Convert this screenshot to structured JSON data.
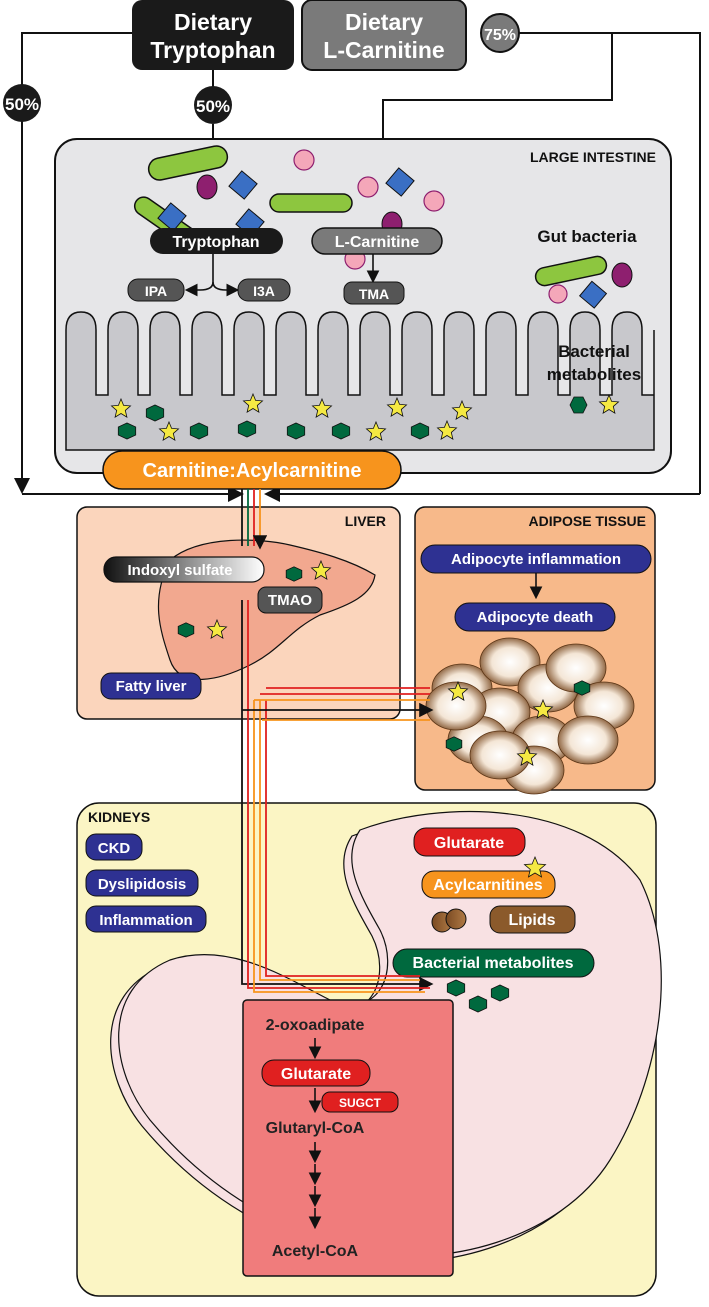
{
  "sources": {
    "tryptophan_line1": "Dietary",
    "tryptophan_line2": "Tryptophan",
    "carnitine_line1": "Dietary",
    "carnitine_line2": "L-Carnitine",
    "pct_left": "50%",
    "pct_center": "50%",
    "pct_right": "75%"
  },
  "large_intestine": {
    "title": "LARGE INTESTINE",
    "tryptophan": "Tryptophan",
    "l_carnitine": "L-Carnitine",
    "ipa": "IPA",
    "i3a": "I3A",
    "tma": "TMA",
    "legend_gut_bacteria": "Gut bacteria",
    "legend_metabolites_line1": "Bacterial",
    "legend_metabolites_line2": "metabolites"
  },
  "transport": {
    "carnitine_acylcarnitine": "Carnitine:Acylcarnitine"
  },
  "liver": {
    "title": "LIVER",
    "indoxyl_sulfate": "Indoxyl sulfate",
    "tmao": "TMAO",
    "fatty_liver": "Fatty liver"
  },
  "adipose": {
    "title": "ADIPOSE TISSUE",
    "inflammation": "Adipocyte inflammation",
    "death": "Adipocyte death"
  },
  "kidneys": {
    "title": "KIDNEYS",
    "conditions": [
      "CKD",
      "Dyslipidosis",
      "Inflammation"
    ],
    "glutarate": "Glutarate",
    "acylcarnitines": "Acylcarnitines",
    "lipids": "Lipids",
    "bacterial_metabolites": "Bacterial metabolites",
    "pathway_start": "2-oxoadipate",
    "pathway_glutarate": "Glutarate",
    "enzyme": "SUGCT",
    "glutaryl_coa": "Glutaryl-CoA",
    "acetyl_coa": "Acetyl-CoA"
  },
  "colors": {
    "black_box": "#1a1a1a",
    "grey_box": "#7a7a7a",
    "intestine_bg": "#e6e6e8",
    "liver_bg": "#fbd5bc",
    "adipose_bg": "#f7b98a",
    "kidney_bg": "#fbf5c4",
    "kidney_organ": "#f8e1e3",
    "pathway_box": "#f07c7c",
    "condition_blue": "#2e3192",
    "glutarate_red": "#e02020",
    "acyl_orange": "#f7941d",
    "lipid_brown": "#8b5a2b",
    "metabolite_green": "#00693e",
    "bacteria_green": "#8dc63f",
    "bacteria_purple": "#8e1f6f",
    "bacteria_blue": "#3a6fc4",
    "bacteria_pink": "#f4a7b9",
    "star_yellow": "#f5e942"
  }
}
